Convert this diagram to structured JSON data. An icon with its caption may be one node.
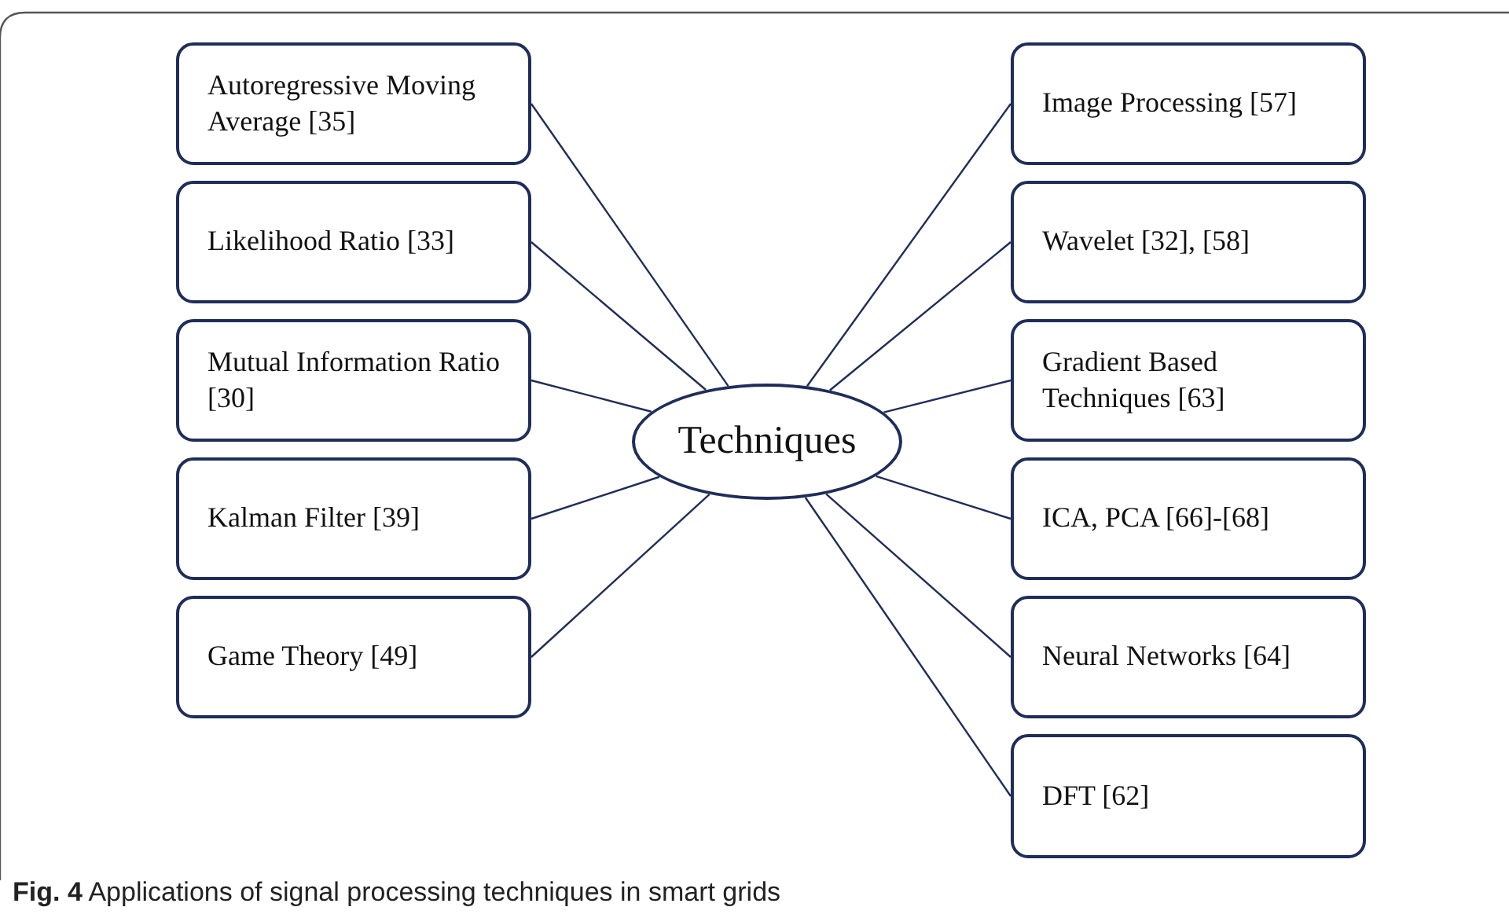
{
  "diagram": {
    "caption": "**Fig. 4** Applications of signal processing techniques in smart grids",
    "nodes": [
      {
        "text": [
          "Autoregressive Moving Average [35]"
        ]
      },
      {
        "text": [
          "Likelihood Ratio [33]"
        ]
      },
      {
        "text": [
          "Mutual Information Ratio [30]"
        ]
      },
      {
        "text": [
          "Kalman Filter [39]"
        ]
      },
      {
        "text": [
          "Game Theory [49]"
        ]
      },
      {
        "text": [
          "Techniques"
        ]
      },
      {
        "text": [
          "Image Processing [57]"
        ]
      },
      {
        "text": [
          "Wavelet [32], [58]"
        ]
      },
      {
        "text": [
          "Gradient Based Techniques [63]"
        ]
      },
      {
        "text": [
          "ICA, PCA [66]-[68]"
        ]
      },
      {
        "text": [
          "Neural Networks [64]"
        ]
      },
      {
        "text": [
          "DFT [62]"
        ]
      }
    ],
    "edges": [
      {
        "from": 5,
        "to": 0,
        "arrow": "none"
      },
      {
        "from": 5,
        "to": 1,
        "arrow": "none"
      },
      {
        "from": 5,
        "to": 2,
        "arrow": "none"
      },
      {
        "from": 5,
        "to": 3,
        "arrow": "none"
      },
      {
        "from": 5,
        "to": 4,
        "arrow": "none"
      },
      {
        "from": 5,
        "to": 6,
        "arrow": "none"
      },
      {
        "from": 5,
        "to": 7,
        "arrow": "none"
      },
      {
        "from": 5,
        "to": 8,
        "arrow": "none"
      },
      {
        "from": 5,
        "to": 9,
        "arrow": "none"
      },
      {
        "from": 5,
        "to": 10,
        "arrow": "none"
      },
      {
        "from": 5,
        "to": 11,
        "arrow": "none"
      }
    ]
  }
}
